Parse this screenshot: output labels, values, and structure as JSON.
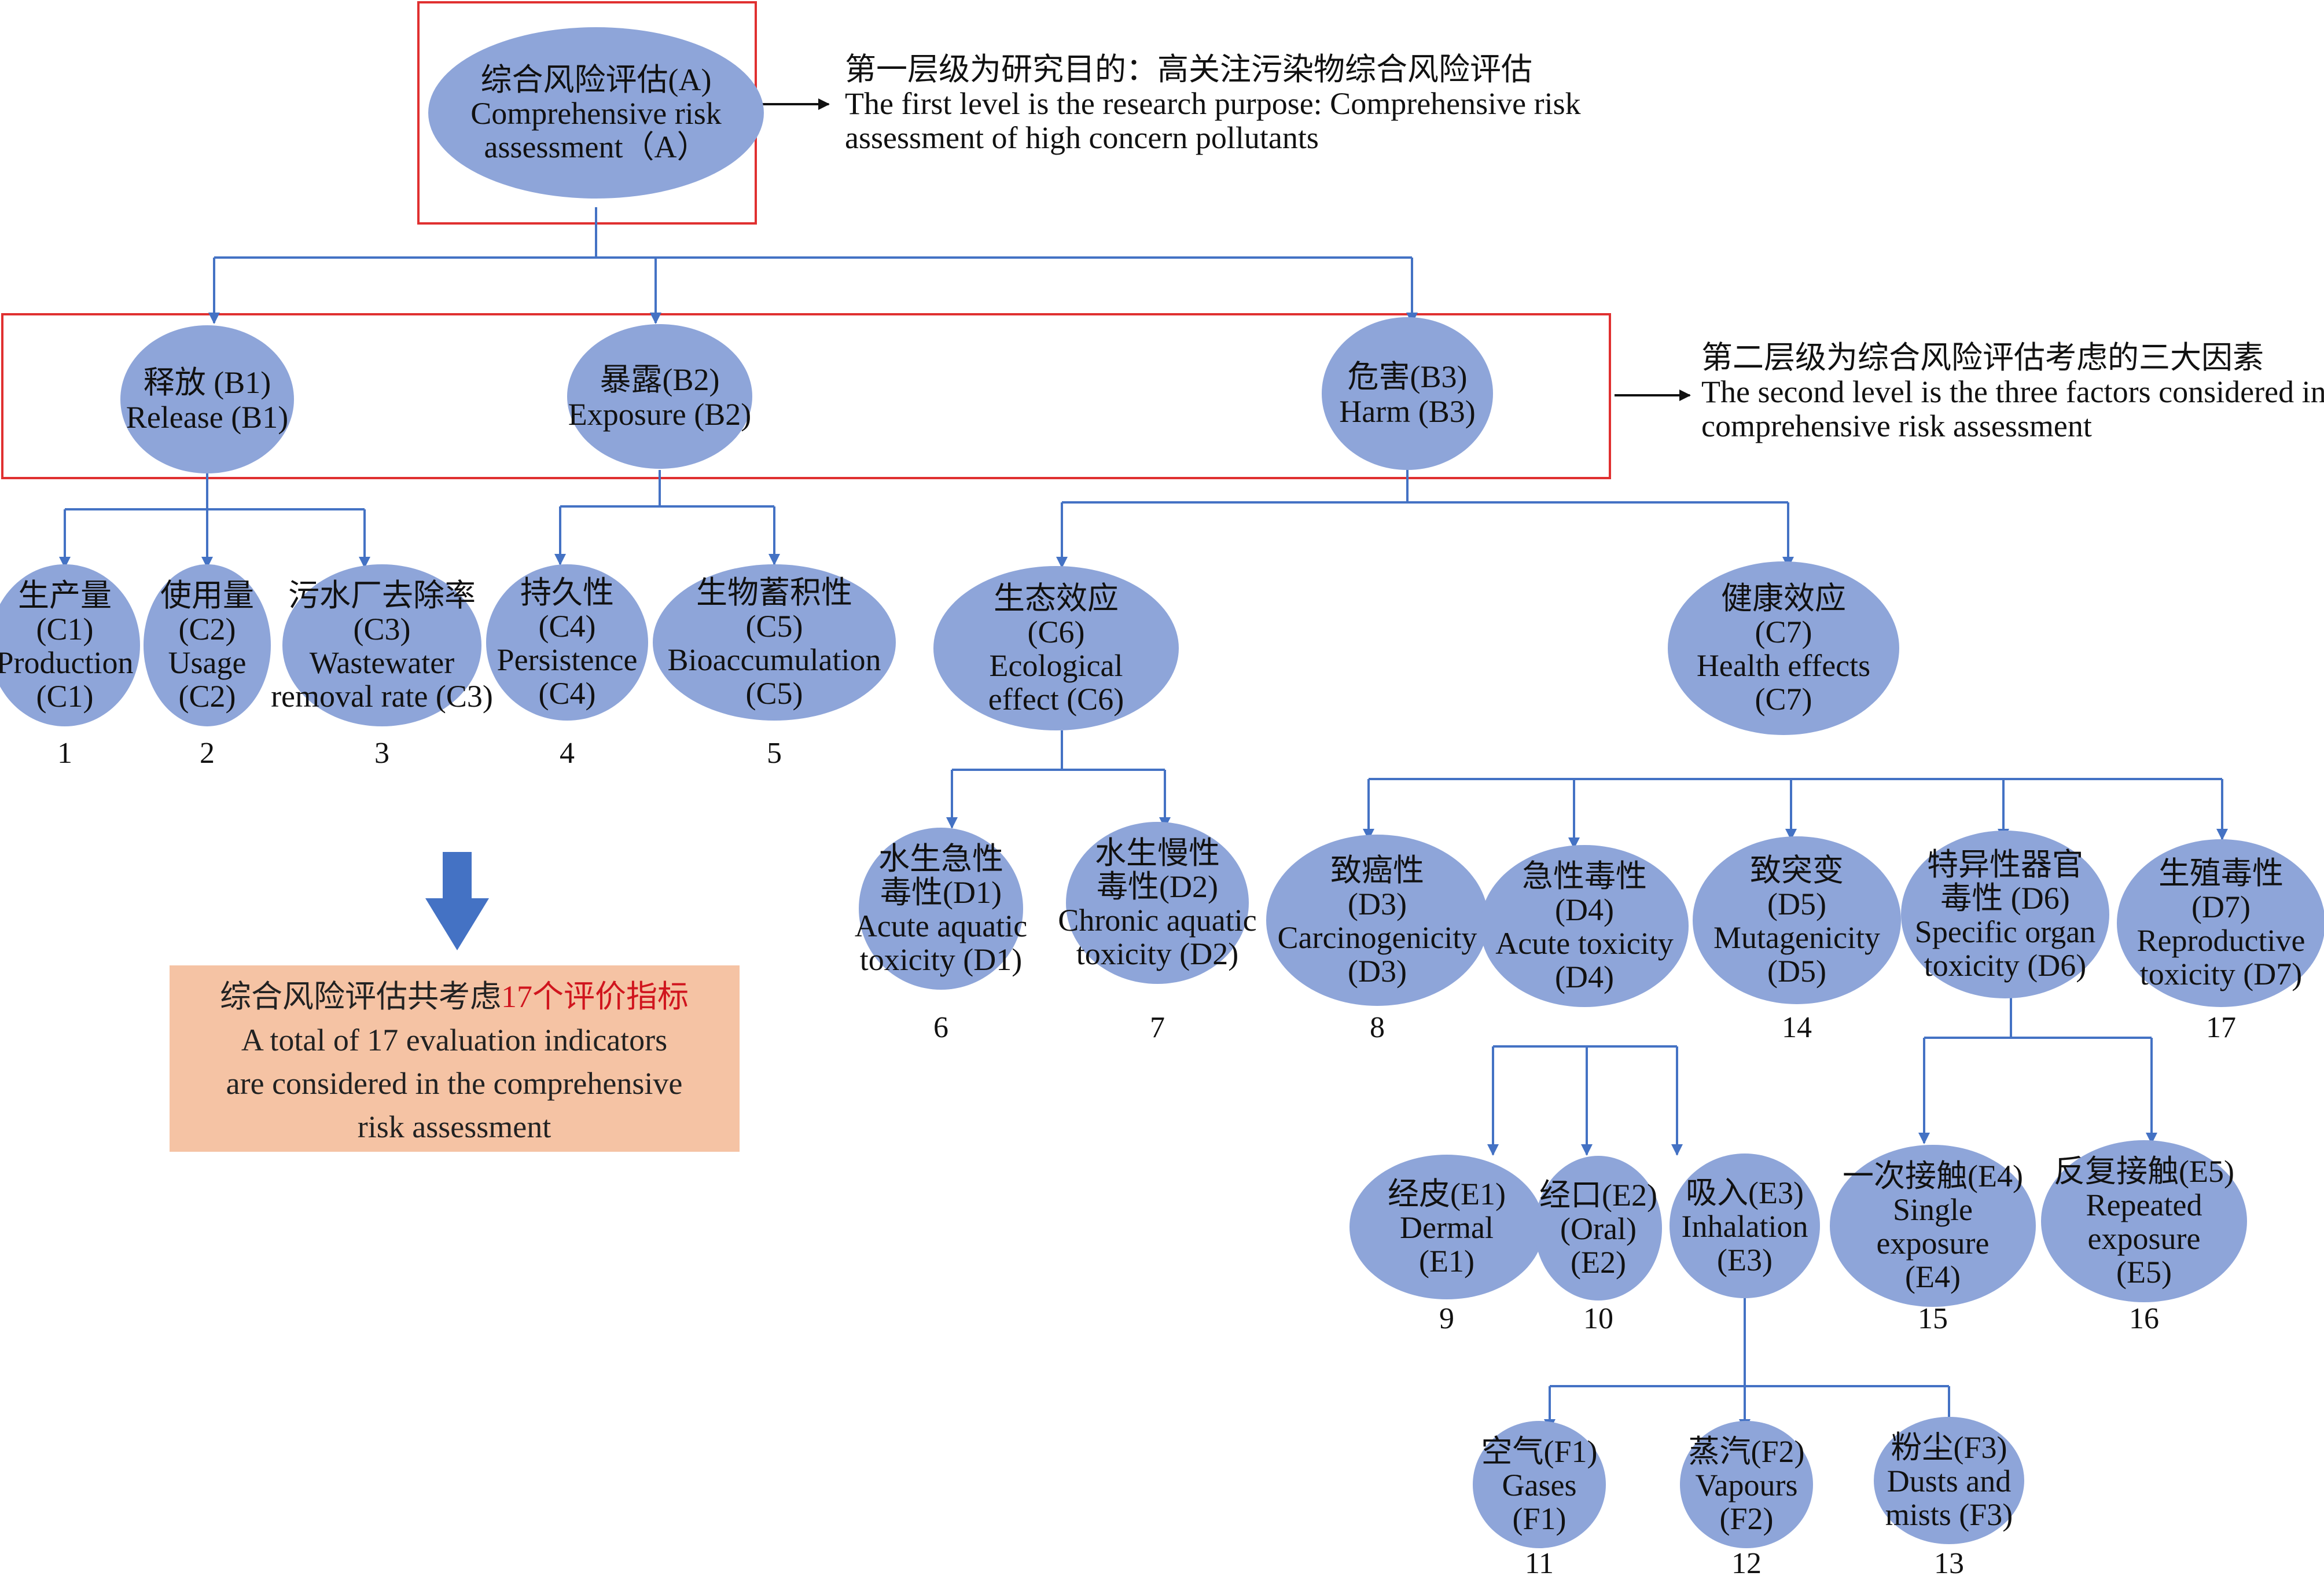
{
  "colors": {
    "node_fill": "#8ea5d9",
    "connector": "#4472c4",
    "frame": "#e03030",
    "summary_box": "#f5c3a4",
    "summary_highlight": "#d0151e",
    "down_arrow": "#4472c4"
  },
  "nodes": {
    "A": {
      "lines": [
        "综合风险评估(A)",
        "Comprehensive risk",
        "assessment（A）"
      ]
    },
    "B1": {
      "lines": [
        "释放 (B1)",
        "Release (B1)"
      ]
    },
    "B2": {
      "lines": [
        "暴露(B2)",
        "Exposure (B2)"
      ]
    },
    "B3": {
      "lines": [
        "危害(B3)",
        "Harm (B3)"
      ]
    },
    "C1": {
      "lines": [
        "生产量",
        "(C1)",
        "Production",
        "(C1)"
      ],
      "number": "1"
    },
    "C2": {
      "lines": [
        "使用量",
        "(C2)",
        "Usage",
        "(C2)"
      ],
      "number": "2"
    },
    "C3": {
      "lines": [
        "污水厂去除率",
        "(C3)",
        "Wastewater",
        "removal rate (C3)"
      ],
      "number": "3"
    },
    "C4": {
      "lines": [
        "持久性",
        "(C4)",
        "Persistence",
        "(C4)"
      ],
      "number": "4"
    },
    "C5": {
      "lines": [
        "生物蓄积性",
        "(C5)",
        "Bioaccumulation",
        "(C5)"
      ],
      "number": "5"
    },
    "C6": {
      "lines": [
        "生态效应",
        "(C6)",
        "Ecological",
        "effect (C6)"
      ]
    },
    "C7": {
      "lines": [
        "健康效应",
        "(C7)",
        "Health effects",
        "(C7)"
      ]
    },
    "D1": {
      "lines": [
        "水生急性",
        "毒性(D1)",
        "Acute aquatic",
        "toxicity (D1)"
      ],
      "number": "6"
    },
    "D2": {
      "lines": [
        "水生慢性",
        "毒性(D2)",
        "Chronic aquatic",
        "toxicity (D2)"
      ],
      "number": "7"
    },
    "D3": {
      "lines": [
        "致癌性",
        "(D3)",
        "Carcinogenicity",
        "(D3)"
      ],
      "number": "8"
    },
    "D4": {
      "lines": [
        "急性毒性",
        "(D4)",
        "Acute toxicity",
        "(D4)"
      ]
    },
    "D5": {
      "lines": [
        "致突变",
        "(D5)",
        "Mutagenicity",
        "(D5)"
      ],
      "number": "14"
    },
    "D6": {
      "lines": [
        "特异性器官",
        "毒性 (D6)",
        "Specific organ",
        "toxicity (D6)"
      ]
    },
    "D7": {
      "lines": [
        "生殖毒性",
        "(D7)",
        "Reproductive",
        "toxicity (D7)"
      ],
      "number": "17"
    },
    "E1": {
      "lines": [
        "经皮(E1)",
        "Dermal",
        "(E1)"
      ],
      "number": "9"
    },
    "E2": {
      "lines": [
        "经口(E2)",
        "(Oral)",
        "(E2)"
      ],
      "number": "10"
    },
    "E3": {
      "lines": [
        "吸入(E3)",
        "Inhalation",
        "(E3)"
      ]
    },
    "E4": {
      "lines": [
        "一次接触(E4)",
        "Single",
        "exposure",
        "(E4)"
      ],
      "number": "15"
    },
    "E5": {
      "lines": [
        "反复接触(E5)",
        "Repeated",
        "exposure",
        "(E5)"
      ],
      "number": "16"
    },
    "F1": {
      "lines": [
        "空气(F1)",
        "Gases",
        "(F1)"
      ],
      "number": "11"
    },
    "F2": {
      "lines": [
        "蒸汽(F2)",
        "Vapours",
        "(F2)"
      ],
      "number": "12"
    },
    "F3": {
      "lines": [
        "粉尘(F3)",
        "Dusts and",
        "mists (F3)"
      ],
      "number": "13"
    }
  },
  "notes": {
    "level1": [
      "第一层级为研究目的：高关注污染物综合风险评估",
      "The first level is the research purpose: Comprehensive risk",
      "assessment of high concern  pollutants"
    ],
    "level2": [
      "第二层级为综合风险评估考虑的三大因素",
      "The second level is the three factors considered in",
      "comprehensive risk assessment"
    ]
  },
  "summary": {
    "line1_prefix": "综合风险评估共考虑",
    "line1_highlight": "17个评价指标",
    "line2": "A total of 17 evaluation indicators",
    "line3": "are considered in the comprehensive",
    "line4": "risk assessment"
  }
}
